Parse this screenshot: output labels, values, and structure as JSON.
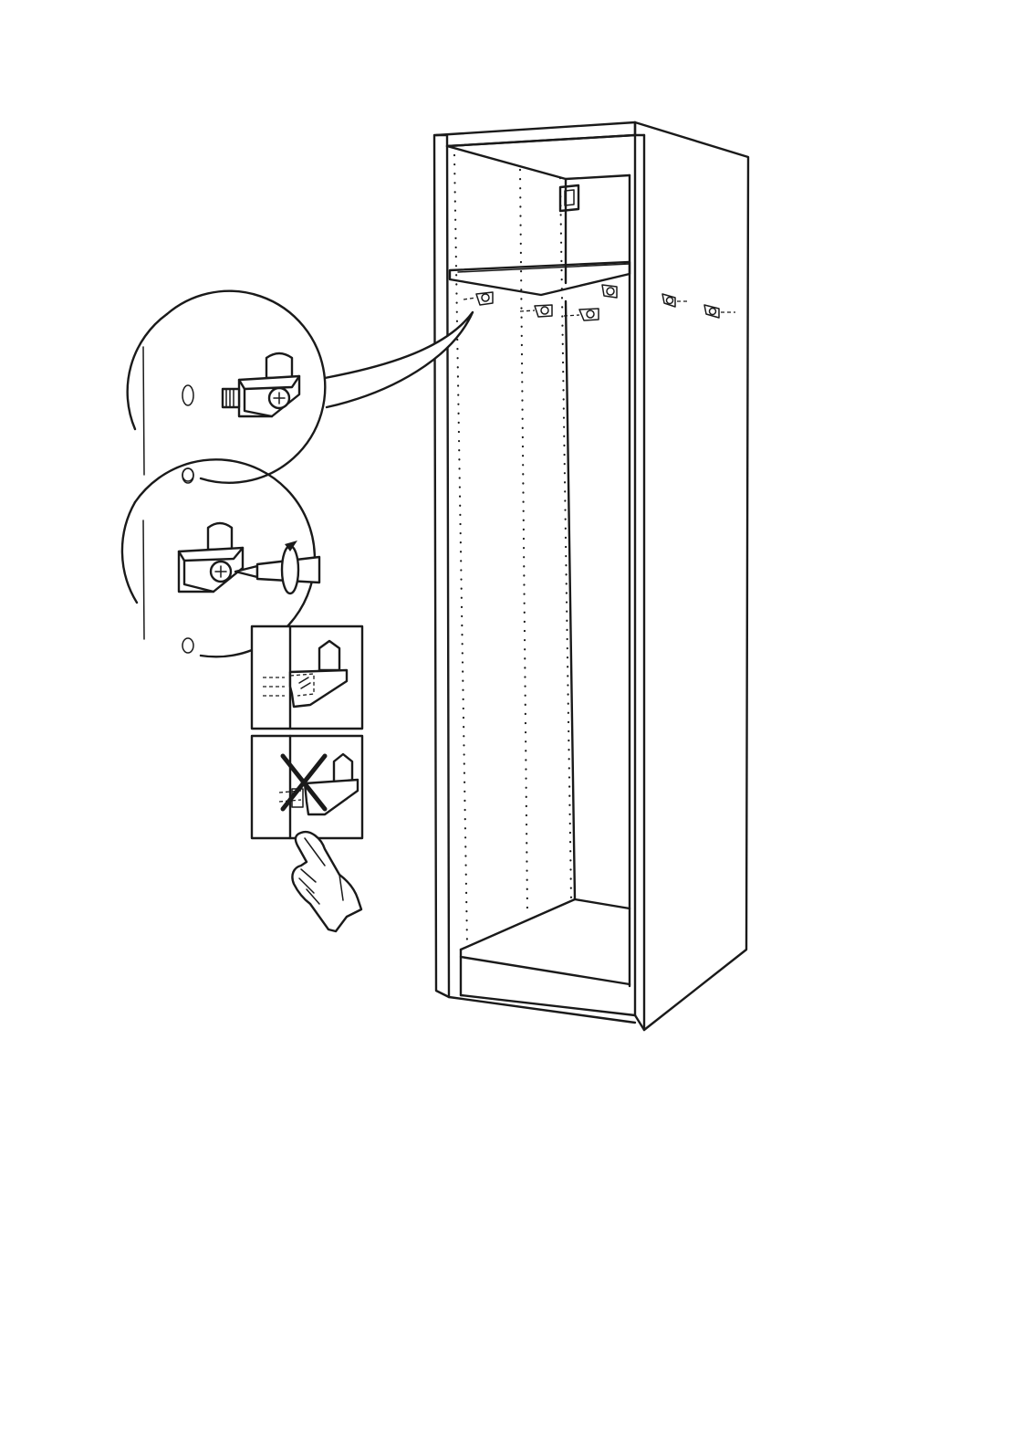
{
  "page": {
    "background": "#ffffff",
    "ink": "#1a1a1a"
  },
  "illustration": {
    "subject": "wardrobe-frame",
    "detail_views": [
      "insert-cam-lock",
      "tighten-cam-lock",
      "correct-position",
      "incorrect-position"
    ],
    "icons": [
      "screwdriver-icon",
      "rotate-clockwise-icon",
      "cross-mark-icon",
      "pointing-hand-icon"
    ]
  }
}
